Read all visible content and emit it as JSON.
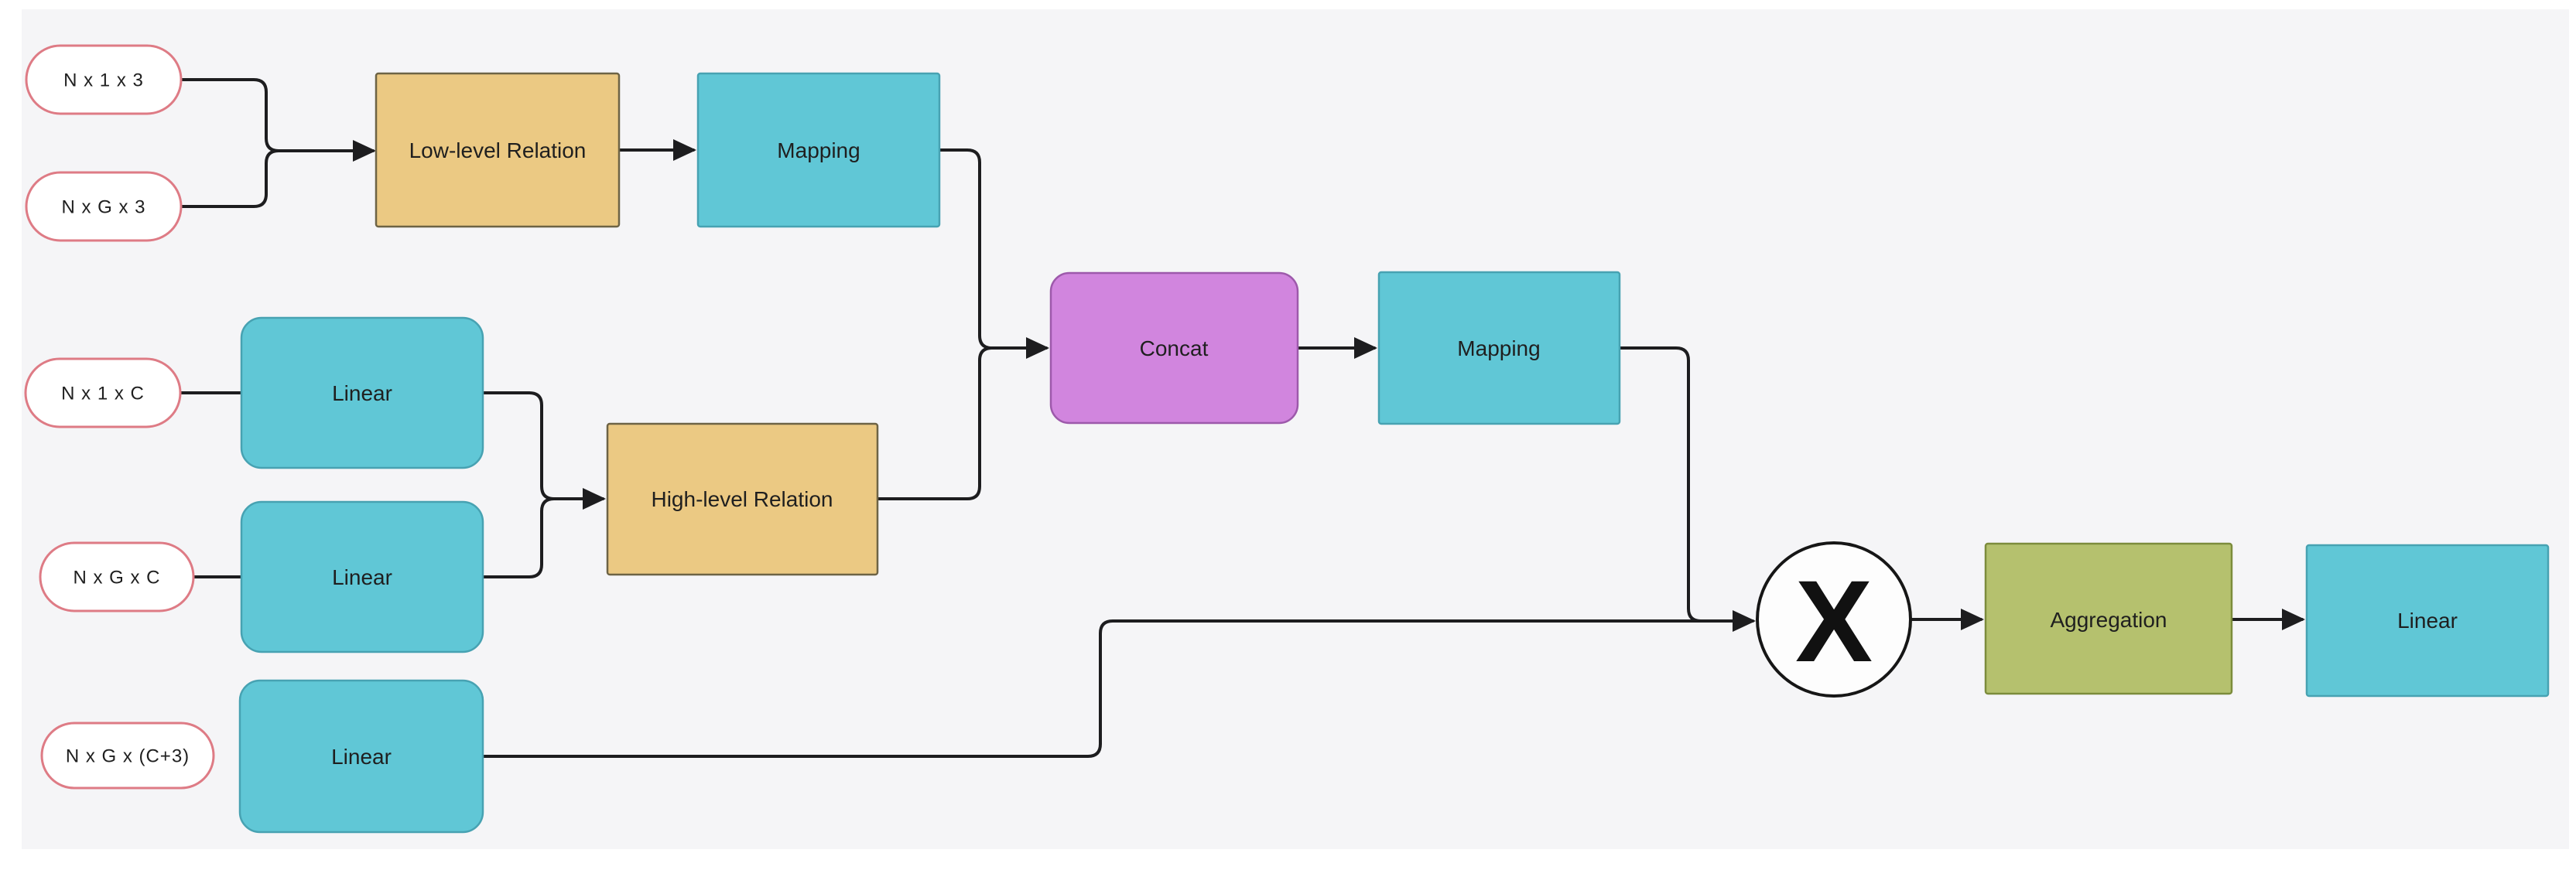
{
  "colors": {
    "page_bg": "#ffffff",
    "canvas_bg": "#f5f5f7",
    "edge": "#1d1d1f",
    "pill_fill": "#ffffff",
    "pill_border": "#de7b85",
    "tan_fill": "#ebc983",
    "tan_border": "#6d6345",
    "cyan_fill": "#60c7d6",
    "cyan_border": "#47a2b2",
    "orchid_fill": "#d185de",
    "orchid_border": "#9d59ab",
    "olive_fill": "#b5c16e",
    "olive_border": "#7c8c3c",
    "circle_fill": "#fdfdfd",
    "circle_border": "#161616"
  },
  "nodes": {
    "input_n1x3": {
      "label": "N x 1 x 3"
    },
    "input_ngx3": {
      "label": "N x G x 3"
    },
    "low_level_relation": {
      "label": "Low-level Relation"
    },
    "mapping_top": {
      "label": "Mapping"
    },
    "input_n1xc": {
      "label": "N x 1 x C"
    },
    "linear_top": {
      "label": "Linear"
    },
    "input_ngxc": {
      "label": "N x G x C"
    },
    "linear_middle": {
      "label": "Linear"
    },
    "high_level_relation": {
      "label": "High-level Relation"
    },
    "concat": {
      "label": "Concat"
    },
    "mapping_middle": {
      "label": "Mapping"
    },
    "multiply": {
      "label": "X"
    },
    "aggregation": {
      "label": "Aggregation"
    },
    "linear_final": {
      "label": "Linear"
    },
    "input_ngxc3": {
      "label": "N x G x (C+3)"
    },
    "linear_bottom": {
      "label": "Linear"
    }
  }
}
